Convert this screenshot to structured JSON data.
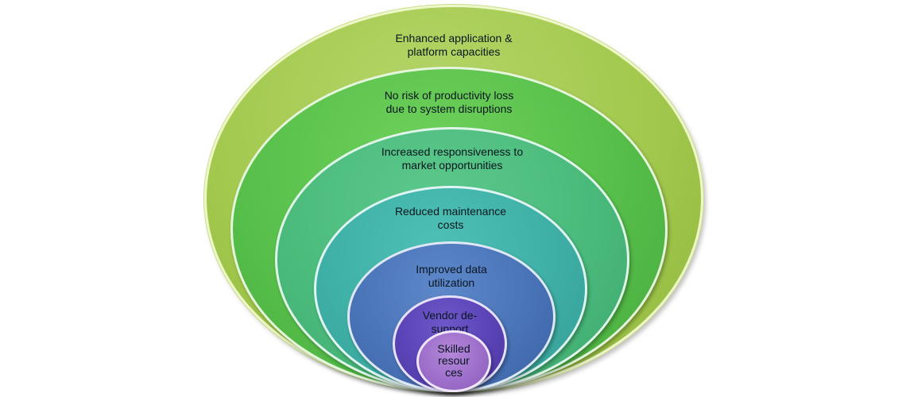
{
  "diagram": {
    "type": "nested-ellipse",
    "layers": [
      {
        "lines": [
          "Enhanced application  &",
          "platform capacities"
        ],
        "color": "#a3c94f"
      },
      {
        "lines": [
          "No risk of productivity loss",
          "due to system disruptions"
        ],
        "color": "#57bf4a"
      },
      {
        "lines": [
          "Increased responsiveness to",
          "market opportunities"
        ],
        "color": "#4bbb7c"
      },
      {
        "lines": [
          "Reduced maintenance",
          "costs"
        ],
        "color": "#3fb0a6"
      },
      {
        "lines": [
          "Improved data",
          "utilization"
        ],
        "color": "#4a74b8"
      },
      {
        "lines": [
          "Vendor de-",
          "support"
        ],
        "color": "#5a43b6"
      },
      {
        "lines": [
          "Skilled",
          "resour",
          "ces"
        ],
        "color": "#9d6fcb"
      }
    ]
  }
}
